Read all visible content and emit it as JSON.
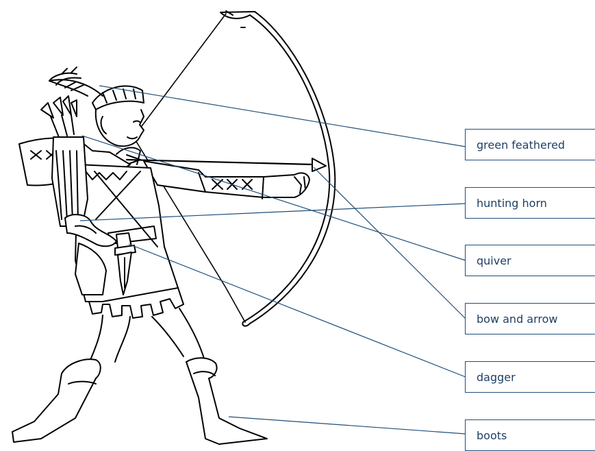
{
  "title": "",
  "labels": [
    {
      "id": "green-feathered-hat",
      "text": "green feathered"
    },
    {
      "id": "hunting-horn",
      "text": "hunting horn"
    },
    {
      "id": "quiver",
      "text": "quiver"
    },
    {
      "id": "bow-and-arrow",
      "text": "bow and arrow"
    },
    {
      "id": "dagger",
      "text": "dagger"
    },
    {
      "id": "boots",
      "text": "boots"
    }
  ],
  "colors": {
    "leader_line": "#1f4e79",
    "label_text": "#1f3f66",
    "sketch": "#000000"
  }
}
